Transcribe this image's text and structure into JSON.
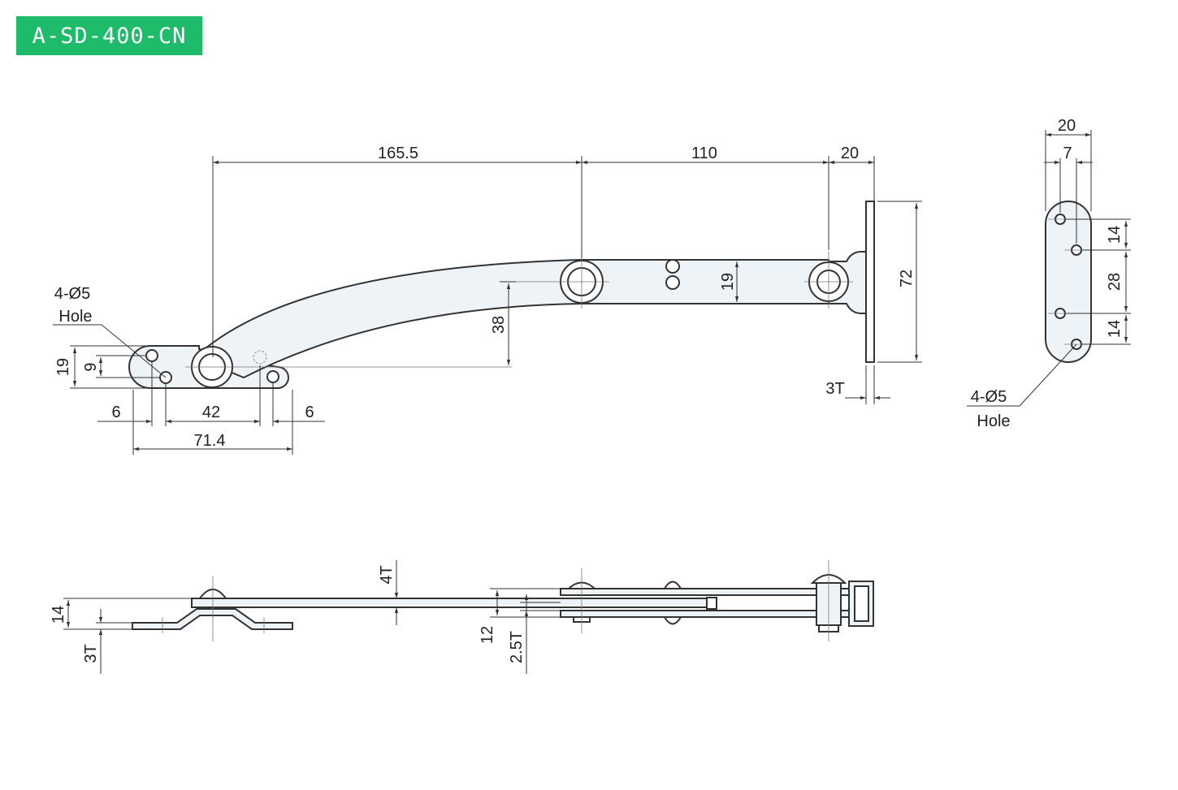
{
  "model_badge": "A-SD-400-CN",
  "colors": {
    "badge": "#1dbb6a",
    "line": "#333333",
    "fill": "#eef3f8"
  },
  "front": {
    "d165": "165.5",
    "d110": "110",
    "d20": "20",
    "d72": "72",
    "d19": "19",
    "d38": "38",
    "d3t": "3T",
    "hole1": "4-Ø5",
    "hole2": "Hole",
    "l19": "19",
    "l9": "9",
    "b6a": "6",
    "b42": "42",
    "b6b": "6",
    "b71": "71.4"
  },
  "side": {
    "d20": "20",
    "d7": "7",
    "d14a": "14",
    "d28": "28",
    "d14b": "14",
    "hole1": "4-Ø5",
    "hole2": "Hole"
  },
  "bottom": {
    "d4t": "4T",
    "d14": "14",
    "d3t": "3T",
    "d12": "12",
    "d25t": "2.5T"
  }
}
